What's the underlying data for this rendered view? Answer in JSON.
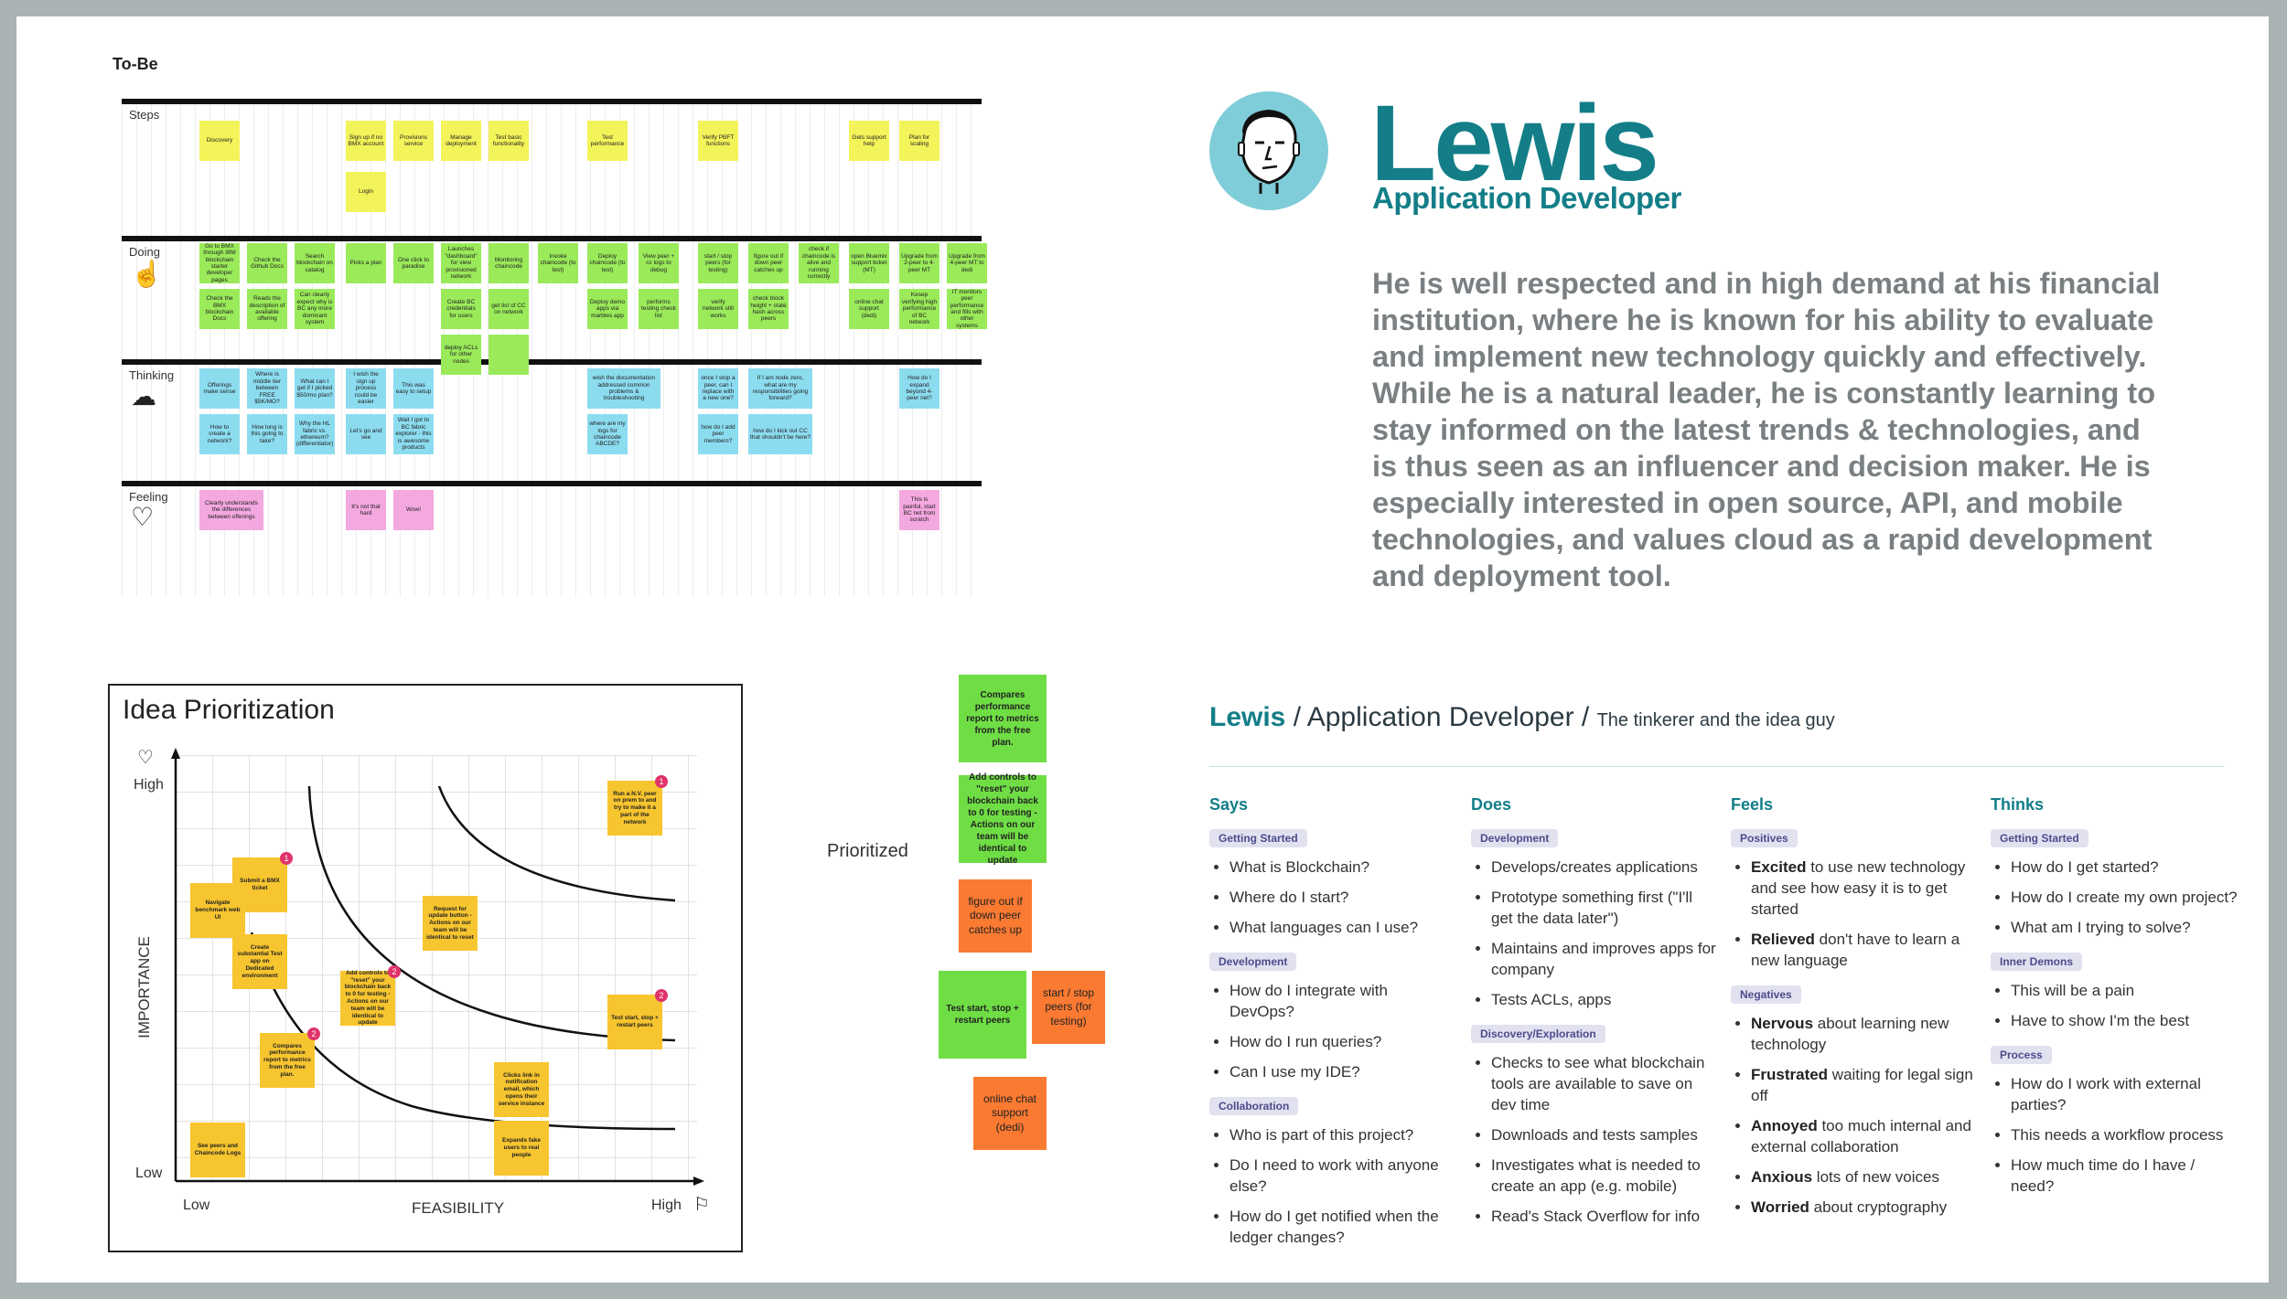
{
  "board": {
    "title": "To-Be",
    "lanes": [
      "Steps",
      "Doing",
      "Thinking",
      "Feeling"
    ],
    "steps": [
      {
        "t": "Discovery"
      },
      {
        "t": "Sign up if no BMX account"
      },
      {
        "t": "Login"
      },
      {
        "t": "Provisions service"
      },
      {
        "t": "Manage deployment"
      },
      {
        "t": "Test basic functionality"
      },
      {
        "t": "Test performance"
      },
      {
        "t": "Verify PBFT functions"
      },
      {
        "t": "Gets support help"
      },
      {
        "t": "Plan for scaling"
      }
    ],
    "doing": [
      "Go to BMX through IBM blockchain starter developer pages",
      "Check the Github Docs",
      "Search blockchain on catalog",
      "Picks a plan",
      "One click to paradise",
      "Launches \"dashboard\" for view provisioned network",
      "Monitoring chaincode",
      "Invoke chaincode (to test)",
      "Deploy chaincode (to test)",
      "View peer + cc logs to debug",
      "start / stop peers (for testing)",
      "figure out if down peer catches up",
      "check if chaincode is alive and running correctly",
      "open Bluemix support ticket (MT)",
      "Upgrade from 2-peer to 4-peer MT",
      "Upgrade from 4-peer MT to dedi",
      "Check the BMX blockchain Docs",
      "Reads the description of available offering",
      "Can clearly expect why is BC any more dominant system",
      "Create BC credentials for users",
      "get list of CC on network",
      "Deploy demo apps via marbles app",
      "performs testing check list",
      "verify network still works",
      "check block height + state hash across peers",
      "online chat support (dedi)",
      "Kesep verifying high performance of BC network",
      "IT monitors peer performance and fills with other systems",
      "deploy ACLs for other nodes"
    ],
    "thinking": [
      "Offerings make sense",
      "Where is middle tier between FREE $5K/MO?",
      "What can I get if I picked $50/mo plan?",
      "I wish the sign up process could be easier",
      "This was easy to setup",
      "wish the documentation addressed common problems & troubleshooting",
      "once I stop a peer, can I replace with a new one?",
      "If I am node zero, what are my responsibilities going forward?",
      "How do I expand beyond 4-peer net?",
      "How to create a network?",
      "How long is this going to take?",
      "Why the HL fabric vs. ethereum? (differentiator)",
      "Let's go and see",
      "Wait I got to BC fabric explorer - this is awesome products",
      "where are my logs for chaincode ABCDE?",
      "how do I add peer members?",
      "how do I kick out CC that shouldn't be here?"
    ],
    "feeling": [
      "Clearly understands the differences between offerings",
      "It's not that hard",
      "Wow!",
      "This is painful, start BC net from scratch"
    ]
  },
  "persona": {
    "name": "Lewis",
    "role": "Application Developer",
    "bio": "He is well respected and in high demand at his financial institution, where he is known for his ability to evaluate and implement new technology quickly and effectively. While he is a natural leader, he is constantly learning to stay informed on the latest trends & technologies, and is thus seen as an influencer and decision maker. He is especially interested in open source, API, and mobile technologies, and values cloud as a rapid development and deployment tool."
  },
  "ideas": {
    "title": "Idea Prioritization",
    "y_high": "High",
    "y_low": "Low",
    "y_label": "IMPORTANCE",
    "x_low": "Low",
    "x_label": "FEASIBILITY",
    "x_high": "High",
    "stickies": [
      {
        "t": "Submit a BMX ticket",
        "badge": "1"
      },
      {
        "t": "Navigate benchmark web UI",
        "badge": ""
      },
      {
        "t": "Create substantial Test app on Dedicated environment",
        "badge": ""
      },
      {
        "t": "Add controls to \"reset\" your blockchain back to 0 for testing - Actions on our team will be identical to update",
        "badge": "2"
      },
      {
        "t": "Request for update button - Actions on our team will be identical to reset",
        "badge": ""
      },
      {
        "t": "Compares performance report to metrics from the free plan.",
        "badge": "2"
      },
      {
        "t": "See peers and Chaincode Logs",
        "badge": ""
      },
      {
        "t": "Clicks link in notification email, which opens their service instance",
        "badge": ""
      },
      {
        "t": "Expands fake users to real people",
        "badge": ""
      },
      {
        "t": "Run a N.V. peer on prem to and try to make it a part of the network",
        "badge": "1"
      },
      {
        "t": "Test start, stop + restart peers",
        "badge": "2"
      }
    ]
  },
  "prioritized": {
    "label": "Prioritized",
    "items": [
      "Compares performance report to metrics from the free plan.",
      "Add controls to \"reset\" your blockchain back to 0 for testing - Actions on our team will be identical to update",
      "figure out if down peer catches up",
      "Test start, stop + restart peers",
      "start / stop peers (for testing)",
      "online chat support (dedi)"
    ]
  },
  "detail": {
    "name": "Lewis",
    "sep1": " / ",
    "role": "Application Developer",
    "sep2": " / ",
    "tagline": "The tinkerer and the idea guy",
    "says": {
      "head": "Says",
      "g1": "Getting Started",
      "g1_items": [
        "What is Blockchain?",
        "Where do I start?",
        "What languages can I use?"
      ],
      "g2": "Development",
      "g2_items": [
        "How do I integrate with DevOps?",
        "How do I run queries?",
        "Can I use my IDE?"
      ],
      "g3": "Collaboration",
      "g3_items": [
        "Who is part of this project?",
        "Do I need to work with anyone else?",
        "How do I get notified when the ledger changes?"
      ]
    },
    "does": {
      "head": "Does",
      "g1": "Development",
      "g1_items": [
        "Develops/creates applications",
        "Prototype something first (\"I'll get the data later\")",
        "Maintains and improves apps for company",
        "Tests ACLs, apps"
      ],
      "g2": "Discovery/Exploration",
      "g2_items": [
        "Checks to see what blockchain tools are available to save on dev time",
        "Downloads and tests samples",
        "Investigates what is needed to create an app (e.g. mobile)",
        "Read's Stack Overflow for info"
      ]
    },
    "feels": {
      "head": "Feels",
      "g1": "Positives",
      "g1_items": [
        {
          "b": "Excited",
          "t": " to use new technology and see how easy it is to get started"
        },
        {
          "b": "Relieved",
          "t": " don't have to learn a new language"
        }
      ],
      "g2": "Negatives",
      "g2_items": [
        {
          "b": "Nervous",
          "t": " about learning new technology"
        },
        {
          "b": "Frustrated",
          "t": " waiting for legal sign off"
        },
        {
          "b": "Annoyed",
          "t": " too much internal and external collaboration"
        },
        {
          "b": "Anxious",
          "t": " lots of new voices"
        },
        {
          "b": "Worried",
          "t": " about cryptography"
        }
      ]
    },
    "thinks": {
      "head": "Thinks",
      "g1": "Getting Started",
      "g1_items": [
        "How do I get started?",
        "How do I create my own project?",
        "What am I trying to solve?"
      ],
      "g2": "Inner Demons",
      "g2_items": [
        "This will be a pain",
        "Have to show I'm the best"
      ],
      "g3": "Process",
      "g3_items": [
        "How do I work with external parties?",
        "This needs a workflow process",
        "How much time do I have / need?"
      ]
    }
  }
}
